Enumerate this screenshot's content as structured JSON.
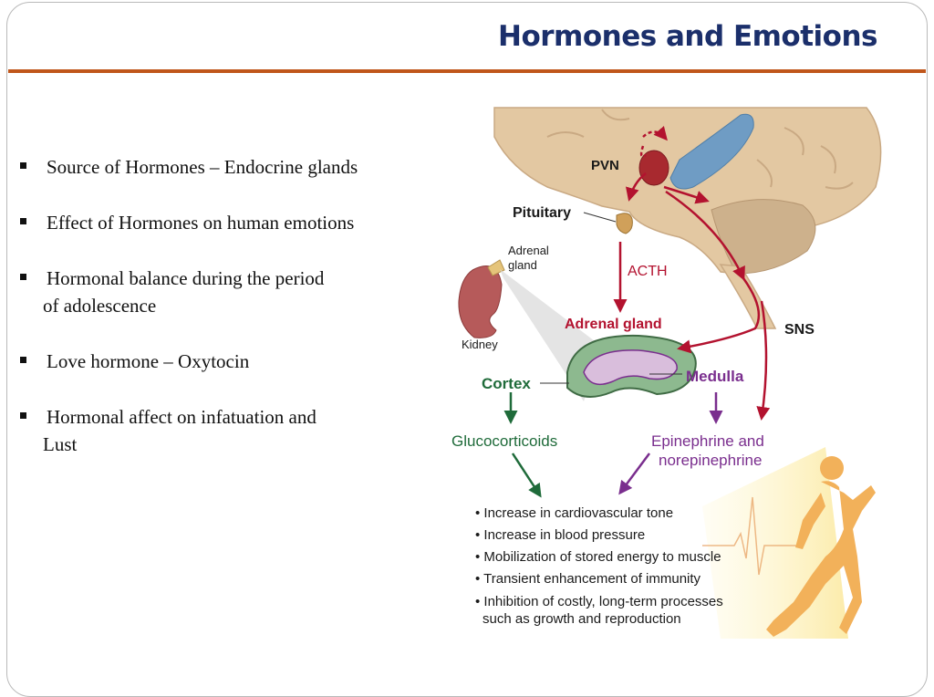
{
  "slide": {
    "title": "Hormones and Emotions",
    "bullets": [
      {
        "line1": "Source of Hormones – Endocrine glands",
        "line2": ""
      },
      {
        "line1": "Effect of Hormones on human emotions",
        "line2": ""
      },
      {
        "line1": "Hormonal balance during the period",
        "line2": "of adolescence"
      },
      {
        "line1": "Love hormone – Oxytocin",
        "line2": ""
      },
      {
        "line1": "Hormonal affect on infatuation and",
        "line2": "Lust"
      }
    ]
  },
  "diagram": {
    "labels": {
      "pvn": "PVN",
      "pituitary": "Pituitary",
      "adrenal_small_1": "Adrenal",
      "adrenal_small_2": "gland",
      "kidney": "Kidney",
      "acth": "ACTH",
      "adrenal_gland": "Adrenal gland",
      "sns": "SNS",
      "cortex": "Cortex",
      "medulla": "Medulla",
      "glucocorticoids": "Glucocorticoids",
      "epinephrine_1": "Epinephrine and",
      "epinephrine_2": "norepinephrine"
    },
    "effects": [
      "• Increase in cardiovascular tone",
      "• Increase in blood pressure",
      "• Mobilization of stored energy to muscle",
      "• Transient enhancement of immunity",
      "• Inhibition of costly, long-term processes",
      "such as growth and reproduction"
    ],
    "colors": {
      "hormone_red": "#b3122f",
      "cortex_green": "#1f6b3a",
      "medulla_purple": "#7a2e8e",
      "brain_tan": "#e3c8a2",
      "ventricle_blue": "#6f9cc4",
      "runner_orange": "#f2b15a"
    }
  }
}
